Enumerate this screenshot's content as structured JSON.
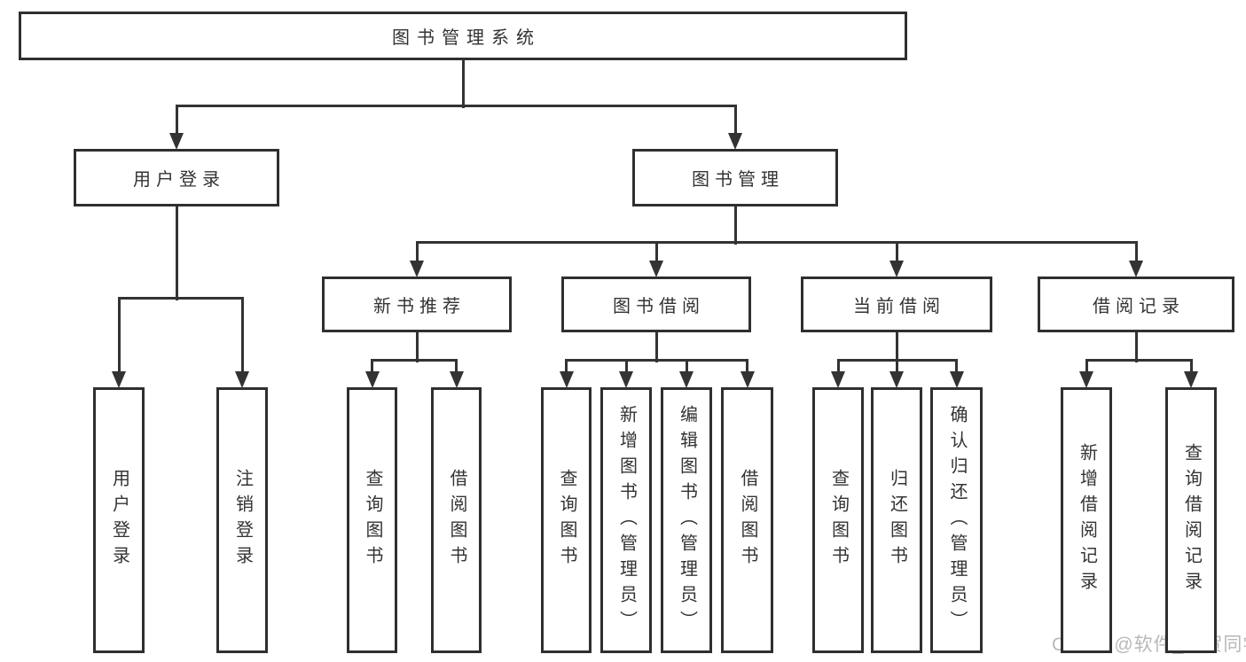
{
  "page": {
    "background": "#ffffff"
  },
  "diagram": {
    "title": "图书管理系统",
    "line_color": "#333333",
    "border_color": "#2f2f2f",
    "text_color": "#333333",
    "nodes": [
      {
        "id": "root",
        "label": "图书管理系统",
        "orientation": "horizontal"
      },
      {
        "id": "user-login",
        "label": "用户登录",
        "orientation": "horizontal"
      },
      {
        "id": "book-management",
        "label": "图书管理",
        "orientation": "horizontal"
      },
      {
        "id": "new-book-recommendation",
        "label": "新书推荐",
        "orientation": "horizontal"
      },
      {
        "id": "book-borrowing",
        "label": "图书借阅",
        "orientation": "horizontal"
      },
      {
        "id": "current-borrowing",
        "label": "当前借阅",
        "orientation": "horizontal"
      },
      {
        "id": "borrowing-records",
        "label": "借阅记录",
        "orientation": "horizontal"
      },
      {
        "id": "leaf-user-login",
        "label": "用户登录",
        "orientation": "vertical"
      },
      {
        "id": "leaf-logout",
        "label": "注销登录",
        "orientation": "vertical"
      },
      {
        "id": "leaf-nb-query-books",
        "label": "查询图书",
        "orientation": "vertical"
      },
      {
        "id": "leaf-nb-borrow-books",
        "label": "借阅图书",
        "orientation": "vertical"
      },
      {
        "id": "leaf-bb-query-books",
        "label": "查询图书",
        "orientation": "vertical"
      },
      {
        "id": "leaf-bb-add-books",
        "label": "新增图书（管理员）",
        "orientation": "vertical"
      },
      {
        "id": "leaf-bb-edit-books",
        "label": "编辑图书（管理员）",
        "orientation": "vertical"
      },
      {
        "id": "leaf-bb-borrow-books",
        "label": "借阅图书",
        "orientation": "vertical"
      },
      {
        "id": "leaf-cb-query-books",
        "label": "查询图书",
        "orientation": "vertical"
      },
      {
        "id": "leaf-cb-return-books",
        "label": "归还图书",
        "orientation": "vertical"
      },
      {
        "id": "leaf-cb-confirm-return",
        "label": "确认归还（管理员）",
        "orientation": "vertical"
      },
      {
        "id": "leaf-br-add-record",
        "label": "新增借阅记录",
        "orientation": "vertical"
      },
      {
        "id": "leaf-br-query-record",
        "label": "查询借阅记录",
        "orientation": "vertical"
      }
    ],
    "edges": [
      {
        "parent": "root",
        "children": [
          "user-login",
          "book-management"
        ]
      },
      {
        "parent": "user-login",
        "children": [
          "leaf-user-login",
          "leaf-logout"
        ]
      },
      {
        "parent": "book-management",
        "children": [
          "new-book-recommendation",
          "book-borrowing",
          "current-borrowing",
          "borrowing-records"
        ]
      },
      {
        "parent": "new-book-recommendation",
        "children": [
          "leaf-nb-query-books",
          "leaf-nb-borrow-books"
        ]
      },
      {
        "parent": "book-borrowing",
        "children": [
          "leaf-bb-query-books",
          "leaf-bb-add-books",
          "leaf-bb-edit-books",
          "leaf-bb-borrow-books"
        ]
      },
      {
        "parent": "current-borrowing",
        "children": [
          "leaf-cb-query-books",
          "leaf-cb-return-books",
          "leaf-cb-confirm-return"
        ]
      },
      {
        "parent": "borrowing-records",
        "children": [
          "leaf-br-add-record",
          "leaf-br-query-record"
        ]
      }
    ]
  },
  "watermark": {
    "text": "CSDN @软件_小贺同学",
    "color": "#b8b8b8"
  }
}
